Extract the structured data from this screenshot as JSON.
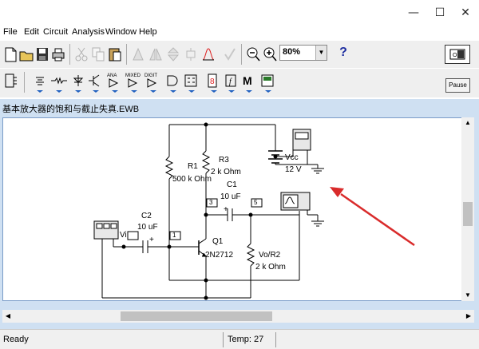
{
  "menu": [
    "File",
    "Edit",
    "Circuit",
    "Analysis",
    "Window",
    "Help"
  ],
  "zoom": {
    "value": "80%"
  },
  "help_label": "?",
  "pause_label": "Pause",
  "document": {
    "title": "基本放大器的饱和与截止失真.EWB"
  },
  "schematic": {
    "R1_name": "R1",
    "R1_value": "500 k Ohm",
    "R3_name": "R3",
    "R3_value": "2 k Ohm",
    "C1_name": "C1",
    "C1_value": "10 uF",
    "C2_name": "C2",
    "C2_value": "10 uF",
    "Q1_name": "Q1",
    "Q1_model": "2N2712",
    "Vcc_name": "Vcc",
    "Vcc_value": "12 V",
    "Ro_name": "Vo/R2",
    "Ro_value": "2 k Ohm",
    "Vi_name": "Vi",
    "node_1": "1",
    "node_3": "3",
    "node_5": "5",
    "plus": "+"
  },
  "status": {
    "left": "Ready",
    "temp": "Temp:  27"
  },
  "colors": {
    "canvas_frame": "#cfe0f2",
    "arrow": "#d92b2b",
    "wire": "#000000"
  }
}
